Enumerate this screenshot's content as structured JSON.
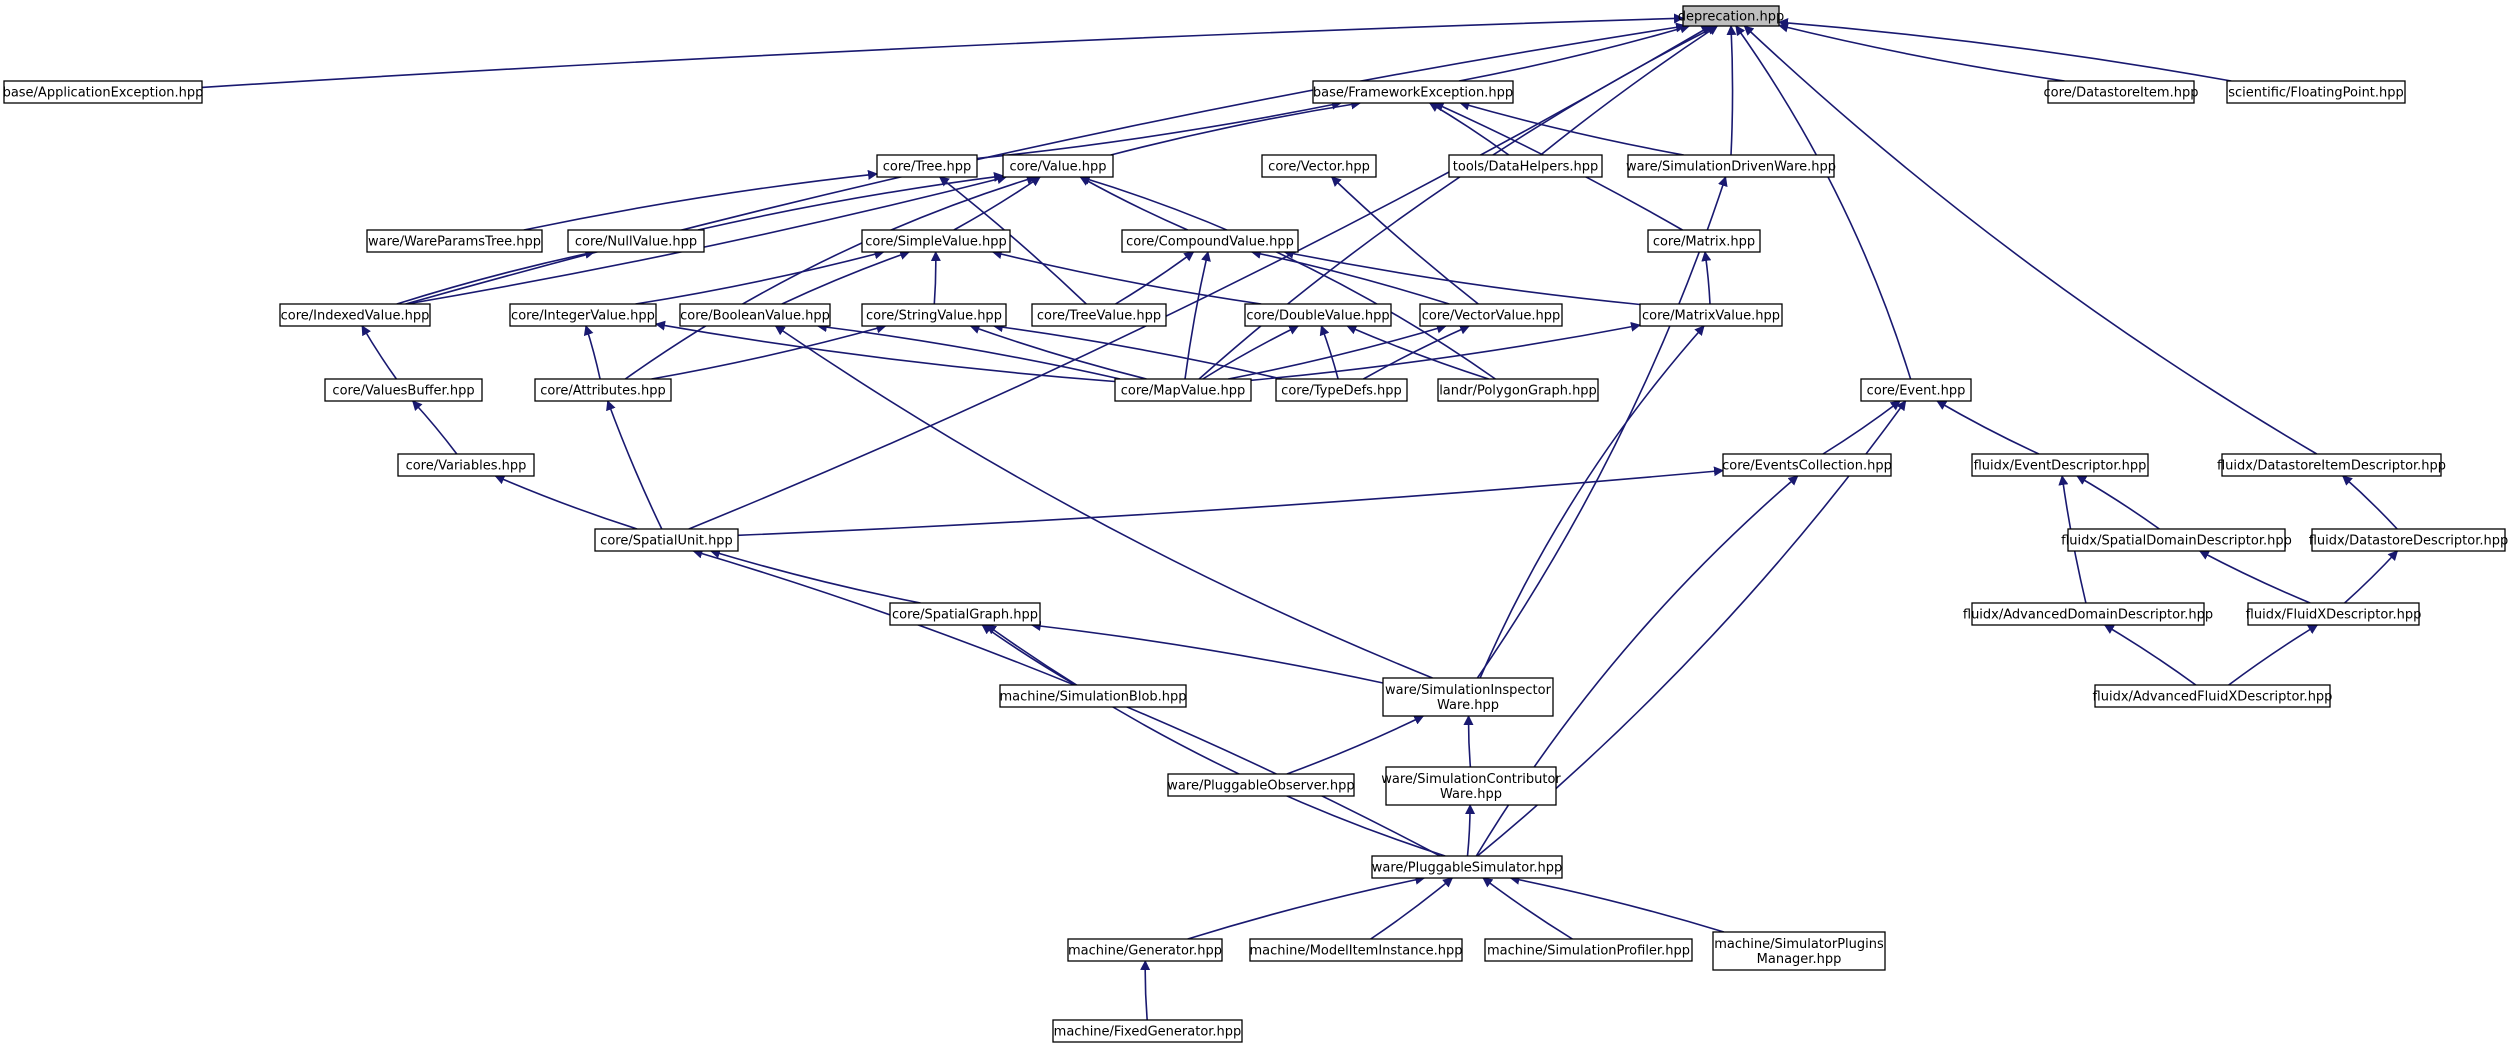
{
  "colors": {
    "edge": "#191970",
    "node_border": "#000000",
    "node_border_truncated": "#ff0000",
    "root_fill": "#bfbfbf",
    "node_fill": "#ffffff",
    "text": "#000000"
  },
  "graph": {
    "nodes": [
      {
        "id": "deprecation",
        "lines": [
          "deprecation.hpp"
        ],
        "root": true
      },
      {
        "id": "base_appexc",
        "lines": [
          "base/ApplicationException.hpp"
        ]
      },
      {
        "id": "base_fwexc",
        "lines": [
          "base/FrameworkException.hpp"
        ]
      },
      {
        "id": "core_datastoreitem",
        "lines": [
          "core/DatastoreItem.hpp"
        ]
      },
      {
        "id": "sci_floatingpoint",
        "lines": [
          "scientific/FloatingPoint.hpp"
        ]
      },
      {
        "id": "core_tree",
        "lines": [
          "core/Tree.hpp"
        ]
      },
      {
        "id": "core_value",
        "lines": [
          "core/Value.hpp"
        ]
      },
      {
        "id": "core_vector",
        "lines": [
          "core/Vector.hpp"
        ]
      },
      {
        "id": "tools_datahelpers",
        "lines": [
          "tools/DataHelpers.hpp"
        ]
      },
      {
        "id": "ware_simdrivenware",
        "lines": [
          "ware/SimulationDrivenWare.hpp"
        ]
      },
      {
        "id": "ware_wareparamstree",
        "lines": [
          "ware/WareParamsTree.hpp"
        ]
      },
      {
        "id": "core_nullvalue",
        "lines": [
          "core/NullValue.hpp"
        ]
      },
      {
        "id": "core_simplevalue",
        "lines": [
          "core/SimpleValue.hpp"
        ]
      },
      {
        "id": "core_compoundvalue",
        "lines": [
          "core/CompoundValue.hpp"
        ]
      },
      {
        "id": "core_matrix",
        "lines": [
          "core/Matrix.hpp"
        ]
      },
      {
        "id": "core_indexedvalue",
        "lines": [
          "core/IndexedValue.hpp"
        ]
      },
      {
        "id": "core_integervalue",
        "lines": [
          "core/IntegerValue.hpp"
        ]
      },
      {
        "id": "core_booleanvalue",
        "lines": [
          "core/BooleanValue.hpp"
        ]
      },
      {
        "id": "core_stringvalue",
        "lines": [
          "core/StringValue.hpp"
        ]
      },
      {
        "id": "core_treevalue",
        "lines": [
          "core/TreeValue.hpp"
        ]
      },
      {
        "id": "core_doublevalue",
        "lines": [
          "core/DoubleValue.hpp"
        ]
      },
      {
        "id": "core_vectorvalue",
        "lines": [
          "core/VectorValue.hpp"
        ]
      },
      {
        "id": "core_matrixvalue",
        "lines": [
          "core/MatrixValue.hpp"
        ]
      },
      {
        "id": "core_valuesbuffer",
        "lines": [
          "core/ValuesBuffer.hpp"
        ]
      },
      {
        "id": "core_attributes",
        "lines": [
          "core/Attributes.hpp"
        ]
      },
      {
        "id": "core_mapvalue",
        "lines": [
          "core/MapValue.hpp"
        ],
        "truncated": true
      },
      {
        "id": "core_typedefs",
        "lines": [
          "core/TypeDefs.hpp"
        ]
      },
      {
        "id": "landr_polygongraph",
        "lines": [
          "landr/PolygonGraph.hpp"
        ]
      },
      {
        "id": "core_event",
        "lines": [
          "core/Event.hpp"
        ]
      },
      {
        "id": "core_variables",
        "lines": [
          "core/Variables.hpp"
        ]
      },
      {
        "id": "core_eventscollection",
        "lines": [
          "core/EventsCollection.hpp"
        ]
      },
      {
        "id": "fluidx_eventdescriptor",
        "lines": [
          "fluidx/EventDescriptor.hpp"
        ]
      },
      {
        "id": "fluidx_datastoreitemdescriptor",
        "lines": [
          "fluidx/DatastoreItemDescriptor.hpp"
        ]
      },
      {
        "id": "core_spatialunit",
        "lines": [
          "core/SpatialUnit.hpp"
        ]
      },
      {
        "id": "fluidx_spatialdomaindescriptor",
        "lines": [
          "fluidx/SpatialDomainDescriptor.hpp"
        ]
      },
      {
        "id": "fluidx_datastoredescriptor",
        "lines": [
          "fluidx/DatastoreDescriptor.hpp"
        ]
      },
      {
        "id": "core_spatialgraph",
        "lines": [
          "core/SpatialGraph.hpp"
        ]
      },
      {
        "id": "fluidx_advanceddomaindescriptor",
        "lines": [
          "fluidx/AdvancedDomainDescriptor.hpp"
        ]
      },
      {
        "id": "fluidx_fluidxdescriptor",
        "lines": [
          "fluidx/FluidXDescriptor.hpp"
        ],
        "truncated": true
      },
      {
        "id": "machine_simulationblob",
        "lines": [
          "machine/SimulationBlob.hpp"
        ]
      },
      {
        "id": "ware_siminspectorware",
        "lines": [
          "ware/SimulationInspector",
          "Ware.hpp"
        ]
      },
      {
        "id": "fluidx_advancedfluidxdescriptor",
        "lines": [
          "fluidx/AdvancedFluidXDescriptor.hpp"
        ],
        "truncated": true
      },
      {
        "id": "ware_pluggableobserver",
        "lines": [
          "ware/PluggableObserver.hpp"
        ],
        "truncated": true
      },
      {
        "id": "ware_simcontributorware",
        "lines": [
          "ware/SimulationContributor",
          "Ware.hpp"
        ]
      },
      {
        "id": "ware_pluggablesimulator",
        "lines": [
          "ware/PluggableSimulator.hpp"
        ]
      },
      {
        "id": "machine_generator",
        "lines": [
          "machine/Generator.hpp"
        ],
        "truncated": true
      },
      {
        "id": "machine_modeliteminstance",
        "lines": [
          "machine/ModelItemInstance.hpp"
        ],
        "truncated": true
      },
      {
        "id": "machine_simulationprofiler",
        "lines": [
          "machine/SimulationProfiler.hpp"
        ],
        "truncated": true
      },
      {
        "id": "machine_simpluginsmanager",
        "lines": [
          "machine/SimulatorPlugins",
          "Manager.hpp"
        ]
      },
      {
        "id": "machine_fixedgenerator",
        "lines": [
          "machine/FixedGenerator.hpp"
        ]
      }
    ],
    "edges": [
      {
        "from": "base_appexc",
        "to": "deprecation"
      },
      {
        "from": "base_fwexc",
        "to": "deprecation"
      },
      {
        "from": "core_datastoreitem",
        "to": "deprecation"
      },
      {
        "from": "sci_floatingpoint",
        "to": "deprecation"
      },
      {
        "from": "tools_datahelpers",
        "to": "deprecation"
      },
      {
        "from": "ware_simdrivenware",
        "to": "deprecation"
      },
      {
        "from": "core_indexedvalue",
        "to": "deprecation"
      },
      {
        "from": "core_spatialunit",
        "to": "deprecation"
      },
      {
        "from": "core_mapvalue",
        "to": "deprecation"
      },
      {
        "from": "core_event",
        "to": "deprecation"
      },
      {
        "from": "fluidx_datastoreitemdescriptor",
        "to": "deprecation"
      },
      {
        "from": "core_tree",
        "to": "base_fwexc"
      },
      {
        "from": "core_value",
        "to": "base_fwexc"
      },
      {
        "from": "tools_datahelpers",
        "to": "base_fwexc"
      },
      {
        "from": "ware_simdrivenware",
        "to": "base_fwexc"
      },
      {
        "from": "core_matrix",
        "to": "base_fwexc"
      },
      {
        "from": "ware_wareparamstree",
        "to": "core_tree"
      },
      {
        "from": "core_treevalue",
        "to": "core_tree"
      },
      {
        "from": "core_nullvalue",
        "to": "core_value"
      },
      {
        "from": "core_simplevalue",
        "to": "core_value"
      },
      {
        "from": "core_compoundvalue",
        "to": "core_value"
      },
      {
        "from": "core_indexedvalue",
        "to": "core_value"
      },
      {
        "from": "core_attributes",
        "to": "core_value"
      },
      {
        "from": "landr_polygongraph",
        "to": "core_value"
      },
      {
        "from": "core_vectorvalue",
        "to": "core_vector"
      },
      {
        "from": "ware_siminspectorware",
        "to": "ware_simdrivenware"
      },
      {
        "from": "core_indexedvalue",
        "to": "core_nullvalue"
      },
      {
        "from": "core_integervalue",
        "to": "core_simplevalue"
      },
      {
        "from": "core_booleanvalue",
        "to": "core_simplevalue"
      },
      {
        "from": "core_stringvalue",
        "to": "core_simplevalue"
      },
      {
        "from": "core_doublevalue",
        "to": "core_simplevalue"
      },
      {
        "from": "core_treevalue",
        "to": "core_compoundvalue"
      },
      {
        "from": "core_mapvalue",
        "to": "core_compoundvalue"
      },
      {
        "from": "core_vectorvalue",
        "to": "core_compoundvalue"
      },
      {
        "from": "core_matrixvalue",
        "to": "core_compoundvalue"
      },
      {
        "from": "core_matrixvalue",
        "to": "core_matrix"
      },
      {
        "from": "core_valuesbuffer",
        "to": "core_indexedvalue"
      },
      {
        "from": "core_attributes",
        "to": "core_integervalue"
      },
      {
        "from": "core_mapvalue",
        "to": "core_integervalue"
      },
      {
        "from": "core_mapvalue",
        "to": "core_booleanvalue"
      },
      {
        "from": "ware_siminspectorware",
        "to": "core_booleanvalue"
      },
      {
        "from": "core_attributes",
        "to": "core_stringvalue"
      },
      {
        "from": "core_mapvalue",
        "to": "core_stringvalue"
      },
      {
        "from": "core_typedefs",
        "to": "core_stringvalue"
      },
      {
        "from": "core_mapvalue",
        "to": "core_doublevalue"
      },
      {
        "from": "core_typedefs",
        "to": "core_doublevalue"
      },
      {
        "from": "landr_polygongraph",
        "to": "core_doublevalue"
      },
      {
        "from": "core_mapvalue",
        "to": "core_vectorvalue"
      },
      {
        "from": "core_typedefs",
        "to": "core_vectorvalue"
      },
      {
        "from": "core_mapvalue",
        "to": "core_matrixvalue"
      },
      {
        "from": "ware_siminspectorware",
        "to": "core_matrixvalue"
      },
      {
        "from": "core_variables",
        "to": "core_valuesbuffer"
      },
      {
        "from": "core_spatialunit",
        "to": "core_attributes"
      },
      {
        "from": "core_eventscollection",
        "to": "core_event"
      },
      {
        "from": "fluidx_eventdescriptor",
        "to": "core_event"
      },
      {
        "from": "ware_pluggablesimulator",
        "to": "core_event"
      },
      {
        "from": "core_spatialunit",
        "to": "core_variables"
      },
      {
        "from": "core_spatialunit",
        "to": "core_eventscollection"
      },
      {
        "from": "ware_pluggablesimulator",
        "to": "core_eventscollection"
      },
      {
        "from": "fluidx_spatialdomaindescriptor",
        "to": "fluidx_eventdescriptor"
      },
      {
        "from": "fluidx_advanceddomaindescriptor",
        "to": "fluidx_eventdescriptor"
      },
      {
        "from": "fluidx_datastoredescriptor",
        "to": "fluidx_datastoreitemdescriptor"
      },
      {
        "from": "core_spatialgraph",
        "to": "core_spatialunit"
      },
      {
        "from": "ware_pluggablesimulator",
        "to": "core_spatialunit"
      },
      {
        "from": "fluidx_fluidxdescriptor",
        "to": "fluidx_spatialdomaindescriptor"
      },
      {
        "from": "fluidx_fluidxdescriptor",
        "to": "fluidx_datastoredescriptor"
      },
      {
        "from": "machine_simulationblob",
        "to": "core_spatialgraph"
      },
      {
        "from": "ware_siminspectorware",
        "to": "core_spatialgraph"
      },
      {
        "from": "ware_pluggablesimulator",
        "to": "core_spatialgraph"
      },
      {
        "from": "fluidx_advancedfluidxdescriptor",
        "to": "fluidx_advanceddomaindescriptor"
      },
      {
        "from": "fluidx_advancedfluidxdescriptor",
        "to": "fluidx_fluidxdescriptor"
      },
      {
        "from": "ware_pluggableobserver",
        "to": "ware_siminspectorware"
      },
      {
        "from": "ware_simcontributorware",
        "to": "ware_siminspectorware"
      },
      {
        "from": "ware_pluggablesimulator",
        "to": "ware_simcontributorware"
      },
      {
        "from": "machine_generator",
        "to": "ware_pluggablesimulator"
      },
      {
        "from": "machine_modeliteminstance",
        "to": "ware_pluggablesimulator"
      },
      {
        "from": "machine_simulationprofiler",
        "to": "ware_pluggablesimulator"
      },
      {
        "from": "machine_simpluginsmanager",
        "to": "ware_pluggablesimulator"
      },
      {
        "from": "machine_fixedgenerator",
        "to": "machine_generator"
      }
    ]
  }
}
